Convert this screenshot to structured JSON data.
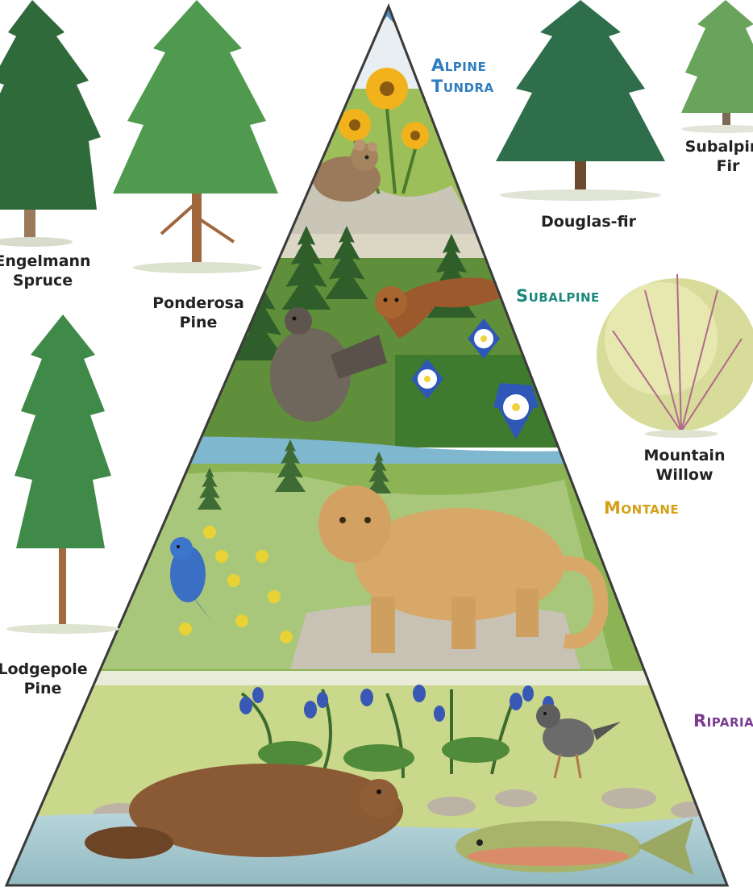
{
  "zones": {
    "alpine_tundra": {
      "line1": "Alpine",
      "line2": "Tundra",
      "color": "#2f7dbf"
    },
    "subalpine": {
      "label": "Subalpine",
      "color": "#1a8a7d"
    },
    "montane": {
      "label": "Montane",
      "color": "#d4a017"
    },
    "riparian": {
      "label": "Riparian",
      "color": "#7a3b8f"
    }
  },
  "trees": {
    "engelmann_spruce": {
      "line1": "Engelmann",
      "line2": "Spruce"
    },
    "ponderosa_pine": {
      "line1": "Ponderosa",
      "line2": "Pine"
    },
    "lodgepole_pine": {
      "line1": "Lodgepole",
      "line2": "Pine"
    },
    "douglas_fir": {
      "line1": "Douglas-fir"
    },
    "subalpine_fir": {
      "line1": "Subalpine",
      "line2": "Fir"
    },
    "mountain_willow": {
      "line1": "Mountain",
      "line2": "Willow"
    }
  },
  "icons": [
    "engelmann-spruce-icon",
    "ponderosa-pine-icon",
    "lodgepole-pine-icon",
    "douglas-fir-icon",
    "subalpine-fir-icon",
    "mountain-willow-icon",
    "pika-icon",
    "alpine-sunflower-icon",
    "pine-marten-icon",
    "grouse-icon",
    "columbine-icon",
    "mountain-lion-icon",
    "bluebird-icon",
    "bluebell-icon",
    "beaver-icon",
    "dipper-icon",
    "trout-icon"
  ]
}
